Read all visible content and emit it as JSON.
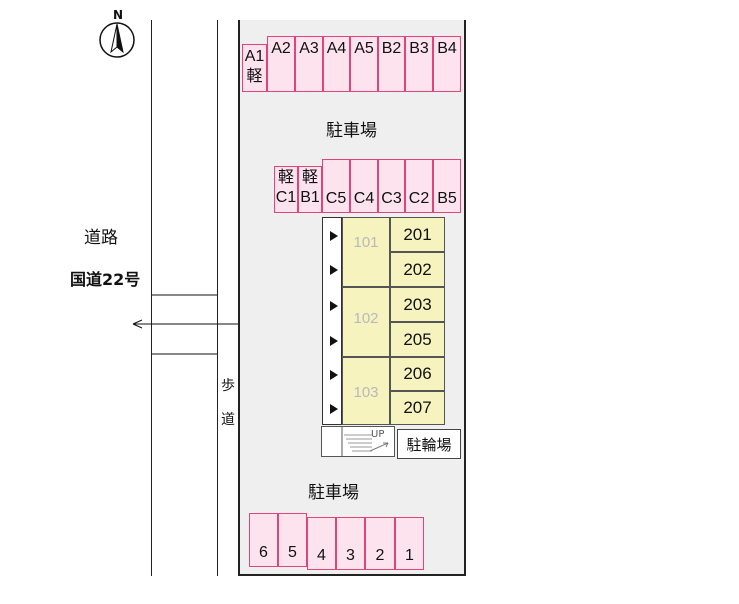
{
  "compass": {
    "label": "N"
  },
  "road": {
    "label": "道路",
    "name": "国道22号"
  },
  "sidewalk": {
    "chars": [
      "歩",
      "道"
    ]
  },
  "parking": {
    "upper_label": "駐車場",
    "lower_label": "駐車場"
  },
  "top_row": [
    {
      "line1": "A1",
      "line2": "軽"
    },
    {
      "line1": "A2",
      "line2": ""
    },
    {
      "line1": "A3",
      "line2": ""
    },
    {
      "line1": "A4",
      "line2": ""
    },
    {
      "line1": "A5",
      "line2": ""
    },
    {
      "line1": "B2",
      "line2": ""
    },
    {
      "line1": "B3",
      "line2": ""
    },
    {
      "line1": "B4",
      "line2": ""
    }
  ],
  "middle_row": [
    {
      "line1": "軽",
      "line2": "C1"
    },
    {
      "line1": "軽",
      "line2": "B1"
    },
    {
      "line1": "",
      "line2": "C5"
    },
    {
      "line1": "",
      "line2": "C4"
    },
    {
      "line1": "",
      "line2": "C3"
    },
    {
      "line1": "",
      "line2": "C2"
    },
    {
      "line1": "",
      "line2": "B5"
    }
  ],
  "building": {
    "ground_units": [
      "101",
      "102",
      "103"
    ],
    "upper_units": [
      "201",
      "202",
      "203",
      "205",
      "206",
      "207"
    ],
    "stairs_label": "UP",
    "bike_parking": "駐輪場"
  },
  "bottom_row": [
    "6",
    "5",
    "4",
    "3",
    "2",
    "1"
  ],
  "colors": {
    "space_fill": "#fce3ee",
    "space_border": "#e0457a",
    "unit_fill": "#f6f3bf",
    "lot_fill": "#efefef"
  }
}
